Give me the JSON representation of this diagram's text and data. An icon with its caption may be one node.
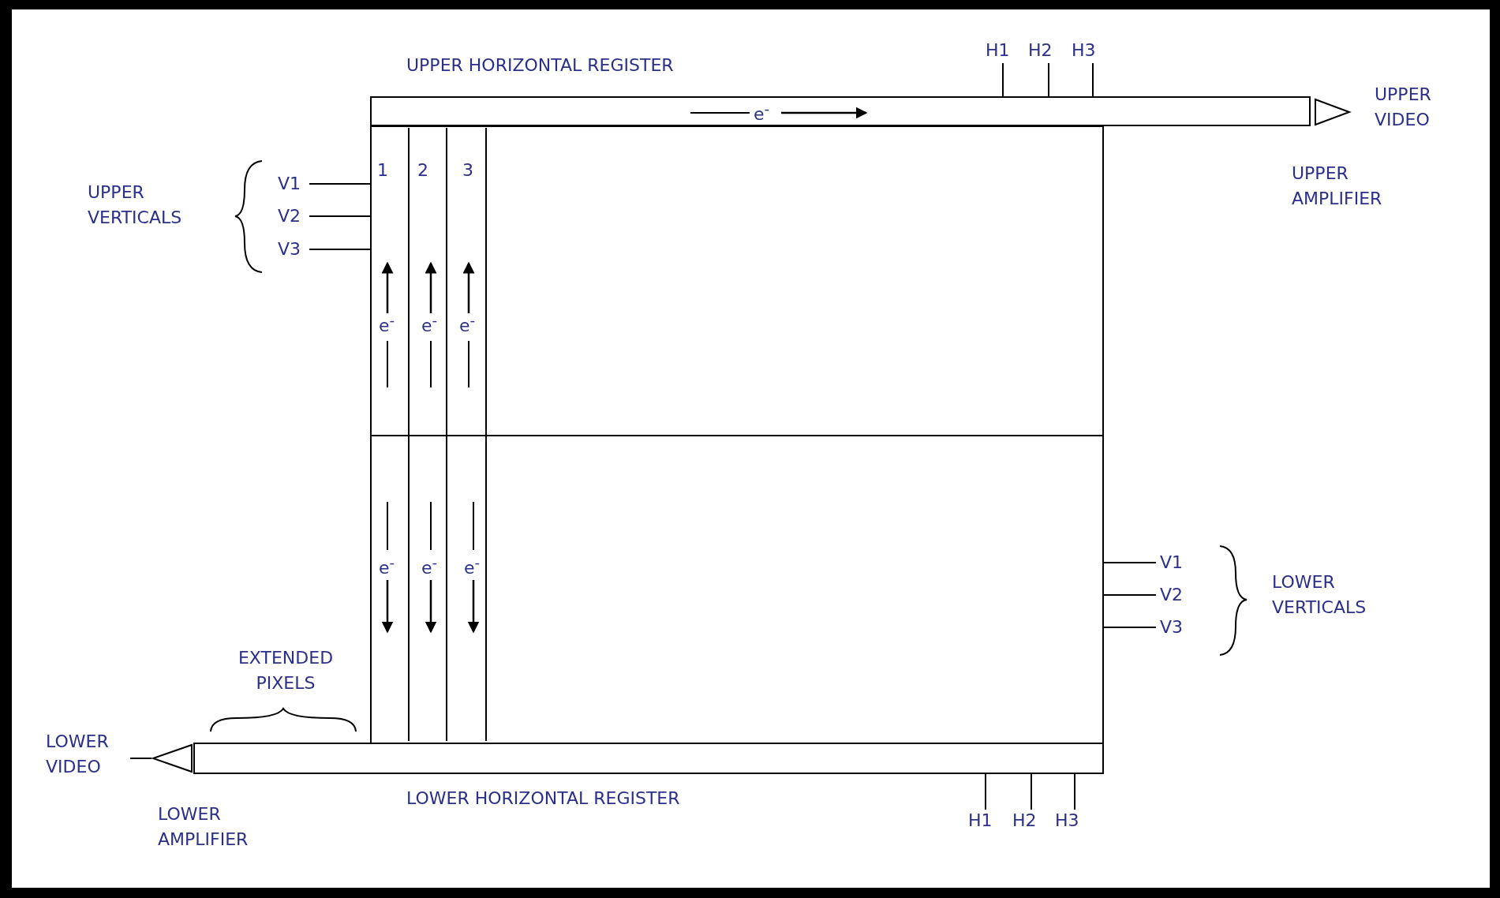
{
  "diagram": {
    "nodes": [
      {
        "text": [
          "UPPER HORIZONTAL REGISTER"
        ]
      },
      {
        "text": [],
        "shape": "triangle",
        "beside": [
          "UPPER AMPLIFIER"
        ]
      },
      {
        "text": [],
        "shape": "box"
      },
      {
        "text": [
          "LOWER HORIZONTAL REGISTER"
        ]
      },
      {
        "text": [],
        "shape": "triangle",
        "beside": [
          "LOWER AMPLIFIER"
        ]
      },
      {
        "text": [
          "H1"
        ]
      },
      {
        "text": [
          "H2"
        ]
      },
      {
        "text": [
          "H3"
        ]
      },
      {
        "text": [
          "V1"
        ]
      },
      {
        "text": [
          "V2"
        ]
      },
      {
        "text": [
          "V3"
        ]
      },
      {
        "text": [
          "V1"
        ]
      },
      {
        "text": [
          "V2"
        ]
      },
      {
        "text": [
          "V3"
        ]
      },
      {
        "text": [
          "H1"
        ]
      },
      {
        "text": [
          "H2"
        ]
      },
      {
        "text": [
          "H3"
        ]
      }
    ],
    "edges": [
      {
        "from": 5,
        "to": 0,
        "arrow": "none"
      },
      {
        "from": 6,
        "to": 0,
        "arrow": "none"
      },
      {
        "from": 7,
        "to": 0,
        "arrow": "none"
      },
      {
        "from": 8,
        "to": 2,
        "arrow": "none"
      },
      {
        "from": 9,
        "to": 2,
        "arrow": "none"
      },
      {
        "from": 10,
        "to": 2,
        "arrow": "none"
      },
      {
        "from": 11,
        "to": 2,
        "arrow": "none"
      },
      {
        "from": 12,
        "to": 2,
        "arrow": "none"
      },
      {
        "from": 13,
        "to": 2,
        "arrow": "none"
      },
      {
        "from": 14,
        "to": 3,
        "arrow": "none"
      },
      {
        "from": 15,
        "to": 3,
        "arrow": "none"
      },
      {
        "from": 16,
        "to": 3,
        "arrow": "none"
      }
    ],
    "labels": [
      "e$^{-}$",
      "UPPER VIDEO",
      "1",
      "2",
      "3",
      "UPPER VERTICALS",
      "e$^{-}$",
      "e$^{-}$",
      "e$^{-}$",
      "e$^{-}$",
      "e$^{-}$",
      "e$^{-}$",
      "LOWER VERTICALS",
      "EXTENDED PIXELS",
      "LOWER VIDEO"
    ]
  }
}
